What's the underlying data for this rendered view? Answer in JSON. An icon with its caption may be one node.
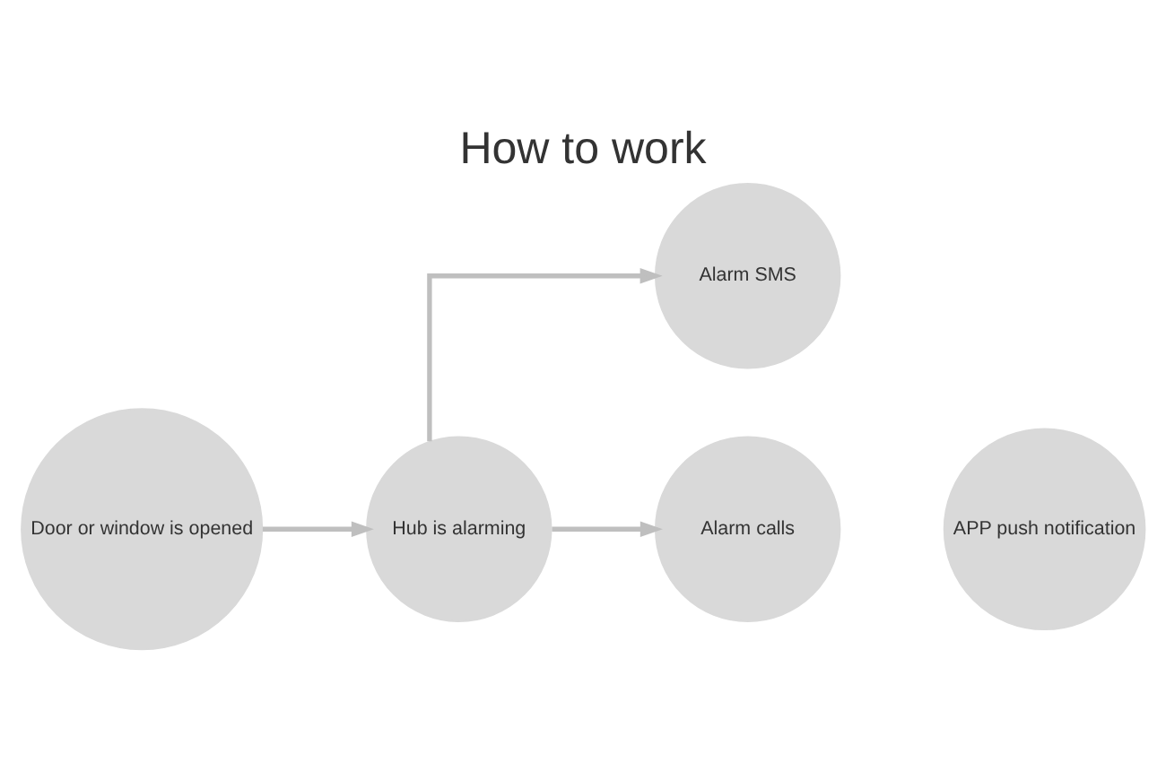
{
  "diagram": {
    "title": "How to work",
    "nodes": [
      {
        "text": [
          "Door or window is opened"
        ]
      },
      {
        "text": [
          "Hub is alarming"
        ]
      },
      {
        "text": [
          "Alarm SMS"
        ]
      },
      {
        "text": [
          "Alarm calls"
        ]
      },
      {
        "text": [
          "APP push notification"
        ]
      }
    ],
    "edges": [
      {
        "from": 0,
        "to": 1,
        "arrow": "to"
      },
      {
        "from": 1,
        "to": 2,
        "arrow": "to"
      },
      {
        "from": 1,
        "to": 3,
        "arrow": "to"
      }
    ]
  }
}
